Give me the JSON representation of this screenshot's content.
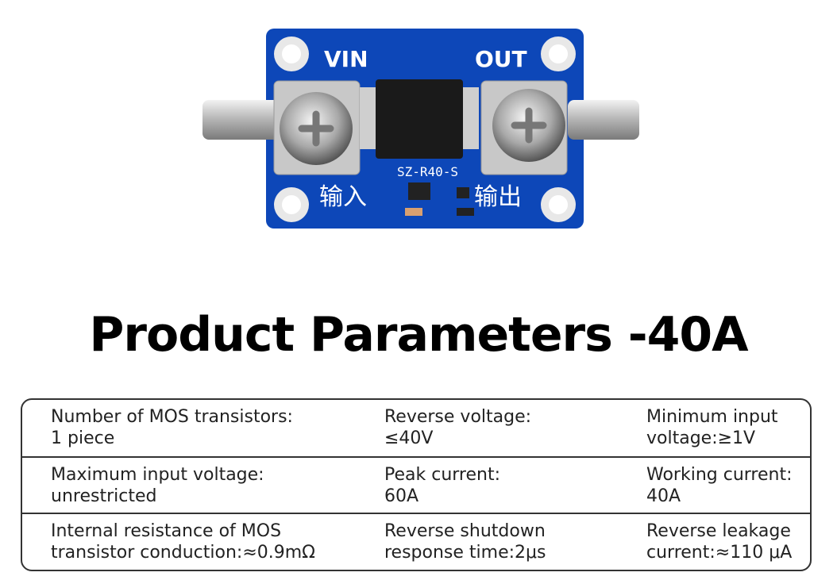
{
  "board": {
    "label_vin": "VIN",
    "label_out": "OUT",
    "model": "SZ-R40-S",
    "label_input_cn": "输入",
    "label_output_cn": "输出"
  },
  "title": "Product Parameters -40A",
  "parameters": [
    [
      {
        "label": "Number of MOS transistors:",
        "value": "1 piece"
      },
      {
        "label": "Reverse voltage:",
        "value": "≤40V"
      },
      {
        "label": "Minimum input",
        "value": "voltage:≥1V"
      }
    ],
    [
      {
        "label": "Maximum input voltage:",
        "value": "unrestricted"
      },
      {
        "label": "Peak current:",
        "value": "60A"
      },
      {
        "label": "Working current:",
        "value": "40A"
      }
    ],
    [
      {
        "label": "Internal resistance of MOS",
        "value": "transistor conduction:≈0.9mΩ"
      },
      {
        "label": "Reverse shutdown",
        "value": "response time:2μs"
      },
      {
        "label": "Reverse leakage",
        "value": "current:≈110 μA"
      }
    ]
  ]
}
